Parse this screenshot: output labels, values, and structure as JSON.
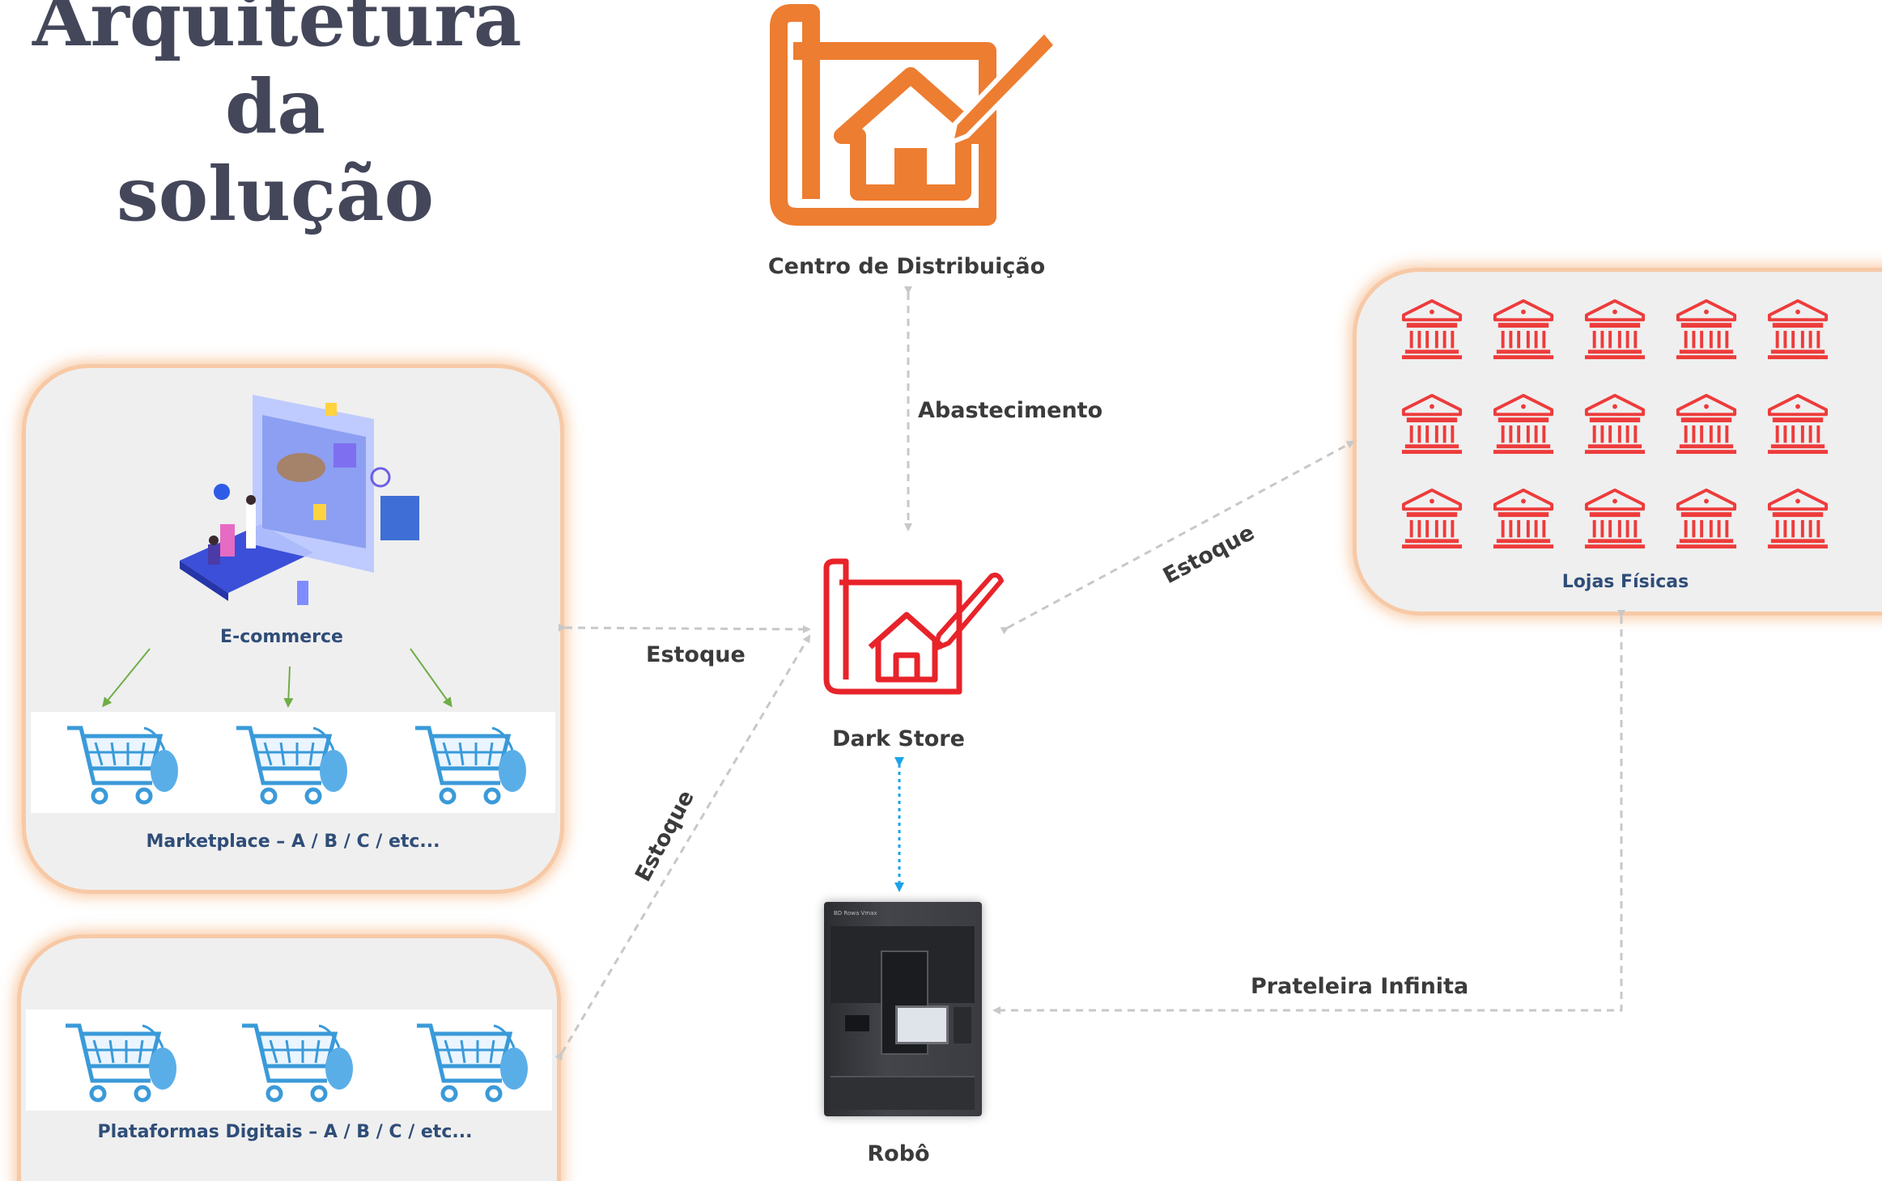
{
  "title": {
    "lines": [
      "Arquitetura",
      "da",
      "solução"
    ]
  },
  "nodes": {
    "distribution_center": {
      "label": "Centro de Distribuição",
      "color": "#ed7d31"
    },
    "dark_store": {
      "label": "Dark Store",
      "color": "#e8232a"
    },
    "robot": {
      "label": "Robô",
      "screen_text": "BD Rowa Vmax"
    },
    "physical_stores": {
      "label": "Lojas Físicas",
      "color": "#ee3b3b",
      "rows": 3,
      "cols": 5
    },
    "ecommerce": {
      "label": "E-commerce"
    },
    "marketplace": {
      "label": "Marketplace – A / B / C / etc..."
    },
    "digital_platforms": {
      "label": "Plataformas Digitais – A / B / C / etc..."
    }
  },
  "edges": {
    "supply": "Abastecimento",
    "stock_ecommerce": "Estoque",
    "stock_platforms": "Estoque",
    "stock_stores": "Estoque",
    "infinite_shelf": "Prateleira Infinita"
  },
  "colors": {
    "title": "#44475a",
    "panel_bg": "#efefef",
    "panel_glow": "#f7c9a6",
    "dashed_arrow": "#c8c8c8",
    "dotted_arrow": "#1aa3e8",
    "green_arrow": "#70ad47",
    "cart_blue": "#3a9ad9"
  }
}
